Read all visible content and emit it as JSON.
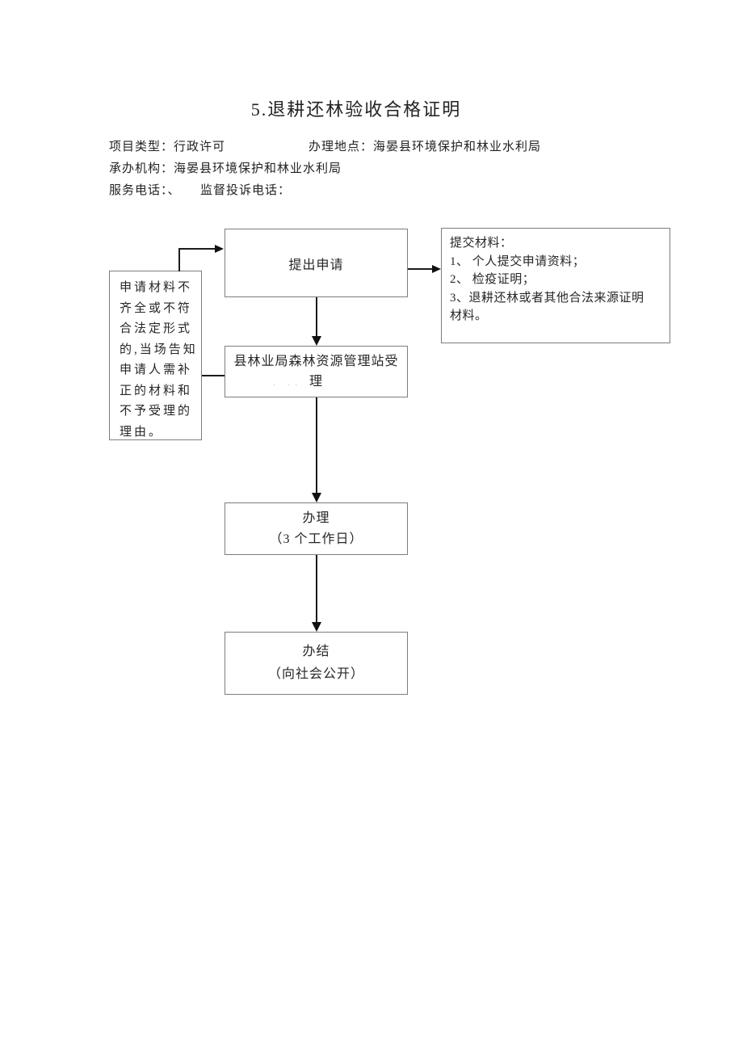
{
  "page": {
    "title": "5.退耕还林验收合格证明",
    "meta": {
      "project_type": "项目类型：行政许可",
      "handle_location": "办理地点：海晏县环境保护和林业水利局",
      "undertaking_org": "承办机构：海晏县环境保护和林业水利局",
      "service_phone": "服务电话：、",
      "complaint_phone": "监督投诉电话："
    }
  },
  "flowchart": {
    "apply_box": {
      "label": "提出申请"
    },
    "materials_box": {
      "lines": [
        "提交材料：",
        "1、 个人提交申请资料；",
        "2、 检疫证明；",
        "3、退耕还林或者其他合法来源证明",
        "材料。"
      ]
    },
    "reject_box": {
      "lines": [
        "申请材料不",
        "齐全或不符",
        "合法定形式",
        "的,当场告知",
        "申请人需补",
        "正的材料和",
        "不予受理的",
        "理由。"
      ]
    },
    "accept_box": {
      "lines": [
        "县林业局森林资源管理站受",
        "理"
      ],
      "artifact": "· ··"
    },
    "process_box": {
      "lines": [
        "办理",
        "（3 个工作日）"
      ]
    },
    "done_box": {
      "lines": [
        "办结",
        "（向社会公开）"
      ]
    }
  },
  "colors": {
    "box_border": "#7d7d7d",
    "flow_line": "#1c1c1c",
    "text": "#1f1f1f",
    "background": "#ffffff"
  }
}
